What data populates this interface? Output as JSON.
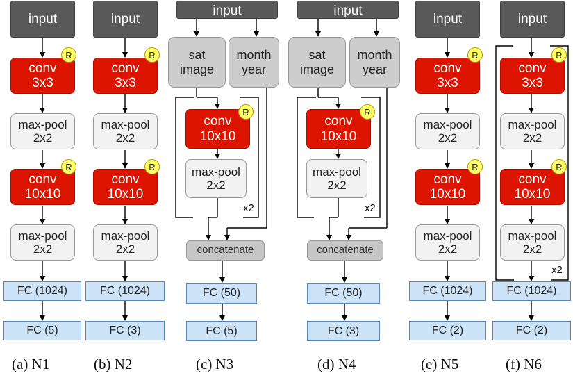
{
  "labels": {
    "input": "input",
    "conv": "conv",
    "k3": "3x3",
    "k10": "10x10",
    "maxpool": "max-pool",
    "pool_size": "2x2",
    "sat": "sat",
    "image": "image",
    "month": "month",
    "year": "year",
    "concatenate": "concatenate",
    "relu_badge": "R",
    "repeat": "x2"
  },
  "networks": [
    {
      "id": "n1",
      "caption": "(a) N1",
      "fc_hidden": "FC (1024)",
      "fc_out": "FC (5)"
    },
    {
      "id": "n2",
      "caption": "(b) N2",
      "fc_hidden": "FC (1024)",
      "fc_out": "FC (3)"
    },
    {
      "id": "n3",
      "caption": "(c) N3",
      "fc_hidden": "FC (50)",
      "fc_out": "FC (5)"
    },
    {
      "id": "n4",
      "caption": "(d) N4",
      "fc_hidden": "FC (50)",
      "fc_out": "FC (3)"
    },
    {
      "id": "n5",
      "caption": "(e) N5",
      "fc_hidden": "FC (1024)",
      "fc_out": "FC (2)"
    },
    {
      "id": "n6",
      "caption": "(f) N6",
      "fc_hidden": "FC (1024)",
      "fc_out": "FC (2)"
    }
  ],
  "colors": {
    "input": "#595959",
    "conv": "#dd1500",
    "pool": "#f2f2f2",
    "fc": "#cde3f8",
    "branch": "#cdcdcd",
    "badge": "#ffff66"
  }
}
